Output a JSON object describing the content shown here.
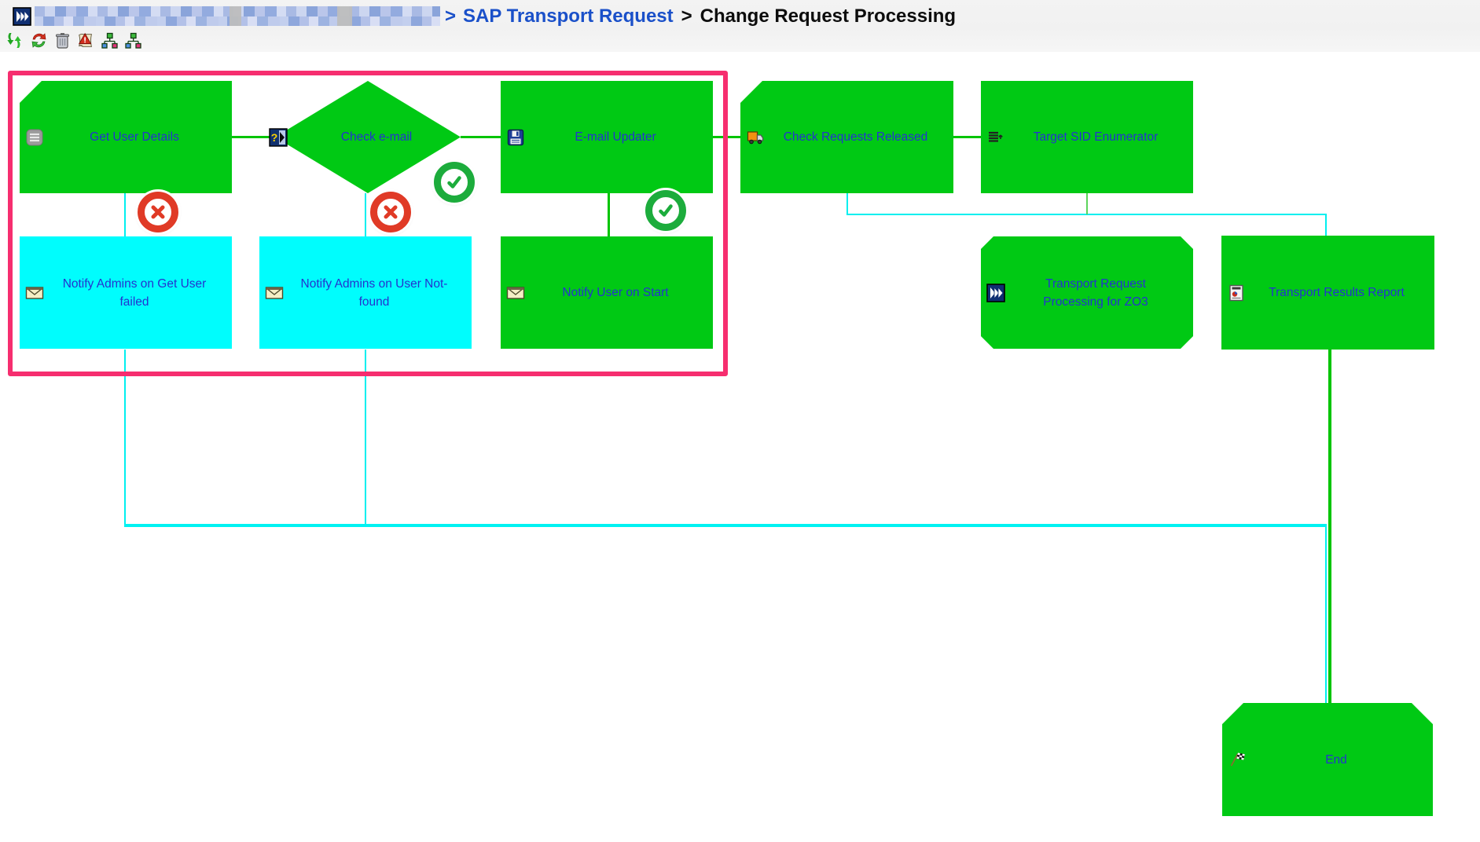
{
  "header": {
    "app_icon": "transport-chevrons-icon",
    "redacted_segment": "(blurred breadcrumb path)",
    "breadcrumb": {
      "sep1": ">",
      "link": "SAP Transport Request",
      "sep2": ">",
      "current": "Change Request Processing"
    }
  },
  "toolbar": {
    "icons": [
      {
        "name": "refresh-arrows-icon"
      },
      {
        "name": "sync-circular-arrows-icon"
      },
      {
        "name": "trash-icon"
      },
      {
        "name": "alert-log-icon"
      },
      {
        "name": "hierarchy-tree-icon"
      },
      {
        "name": "hierarchy-tree-alt-icon"
      }
    ]
  },
  "diagram": {
    "colors": {
      "step_green": "#00C914",
      "step_cyan": "#00FDFD",
      "connector_green": "#00C400",
      "connector_cyan": "#00EFEF",
      "label_blue": "#2433D0",
      "selection_pink": "#F62E6F",
      "badge_error_red": "#E03A26",
      "badge_success_green": "#1CAC3C"
    },
    "nodes": [
      {
        "id": "get-user-details",
        "label": "Get User Details",
        "icon": "form-icon",
        "shape": "rect-cut-tl",
        "color": "green"
      },
      {
        "id": "check-email",
        "label": "Check e-mail",
        "icon": "decision-icon",
        "shape": "diamond",
        "color": "green"
      },
      {
        "id": "email-updater",
        "label": "E-mail Updater",
        "icon": "floppy-icon",
        "shape": "rect",
        "color": "green"
      },
      {
        "id": "check-requests-released",
        "label": "Check Requests Released",
        "icon": "truck-icon",
        "shape": "rect-cut-tl",
        "color": "green"
      },
      {
        "id": "target-sid-enumerator",
        "label": "Target SID Enumerator",
        "icon": "list-icon",
        "shape": "rect",
        "color": "green"
      },
      {
        "id": "notify-admins-get-user-failed",
        "label": "Notify Admins on Get User failed",
        "icon": "mail-icon",
        "shape": "rect",
        "color": "cyan"
      },
      {
        "id": "notify-admins-user-not-found",
        "label": "Notify Admins on User Not-found",
        "icon": "mail-icon",
        "shape": "rect",
        "color": "cyan"
      },
      {
        "id": "notify-user-on-start",
        "label": "Notify User on Start",
        "icon": "mail-icon",
        "shape": "rect",
        "color": "green"
      },
      {
        "id": "transport-request-processing-zo3",
        "label": "Transport Request Processing for ZO3",
        "icon": "transport-chevrons-icon",
        "shape": "octagon",
        "color": "green"
      },
      {
        "id": "transport-results-report",
        "label": "Transport Results Report",
        "icon": "report-icon",
        "shape": "rect",
        "color": "green"
      },
      {
        "id": "end",
        "label": "End",
        "icon": "flag-icon",
        "shape": "rect-cut-top",
        "color": "green"
      }
    ],
    "badges": [
      {
        "type": "error",
        "near": "get-user-details"
      },
      {
        "type": "error",
        "near": "check-email"
      },
      {
        "type": "success",
        "near": "check-email"
      },
      {
        "type": "success",
        "near": "email-updater"
      }
    ]
  }
}
